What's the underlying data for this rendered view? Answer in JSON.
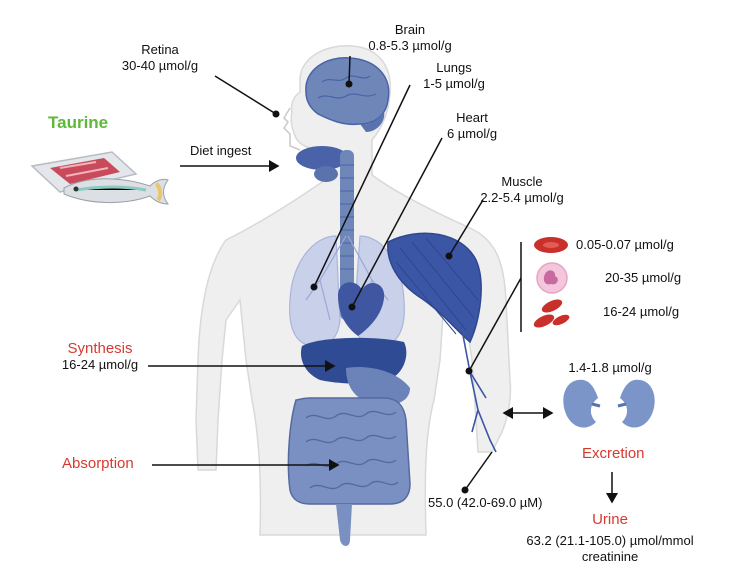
{
  "title": "Taurine",
  "diet": {
    "label": "Diet ingest"
  },
  "organs": {
    "retina": {
      "name": "Retina",
      "value": "30-40 µmol/g"
    },
    "brain": {
      "name": "Brain",
      "value": "0.8-5.3 µmol/g"
    },
    "lungs": {
      "name": "Lungs",
      "value": "1-5 µmol/g"
    },
    "heart": {
      "name": "Heart",
      "value": "6 µmol/g"
    },
    "muscle": {
      "name": "Muscle",
      "value": "2.2-5.4 µmol/g"
    }
  },
  "blood_cells": [
    {
      "icon": "red-blood-cell-icon",
      "value": "0.05-0.07 µmol/g"
    },
    {
      "icon": "white-blood-cell-icon",
      "value": "20-35 µmol/g"
    },
    {
      "icon": "platelets-icon",
      "value": "16-24 µmol/g"
    }
  ],
  "synthesis": {
    "title": "Synthesis",
    "value": "16-24 µmol/g"
  },
  "absorption": {
    "title": "Absorption"
  },
  "kidney": {
    "value": "1.4-1.8 µmol/g"
  },
  "excretion": {
    "title": "Excretion"
  },
  "plasma": {
    "value": "55.0 (42.0-69.0 µM)"
  },
  "urine": {
    "title": "Urine",
    "value_line1": "63.2 (21.1-105.0) µmol/mmol",
    "value_line2": "creatinine"
  },
  "colors": {
    "title_green": "#5fb83a",
    "process_red": "#d63a2f",
    "organ_blue": "#4a63a8",
    "body_grey": "#eeeeee",
    "rbc_red": "#c9302c"
  }
}
